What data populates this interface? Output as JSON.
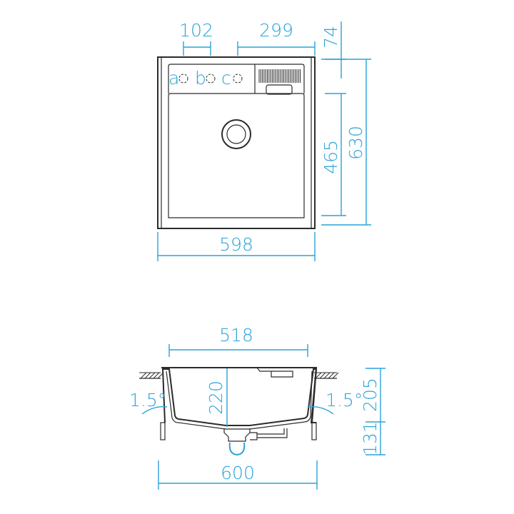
{
  "top_view": {
    "dims": {
      "d102": "102",
      "d299": "299",
      "d74": "74",
      "d630": "630",
      "d465": "465",
      "d598": "598"
    },
    "tap_positions": [
      "a",
      "b",
      "c"
    ]
  },
  "section_view": {
    "dims": {
      "d518": "518",
      "d220": "220",
      "d205": "205",
      "d131": "131",
      "d600": "600"
    },
    "angle_left": "1.5°",
    "angle_right": "1.5°"
  },
  "colors": {
    "dimension": "#29a3d9",
    "outline": "#2b2b2b"
  }
}
